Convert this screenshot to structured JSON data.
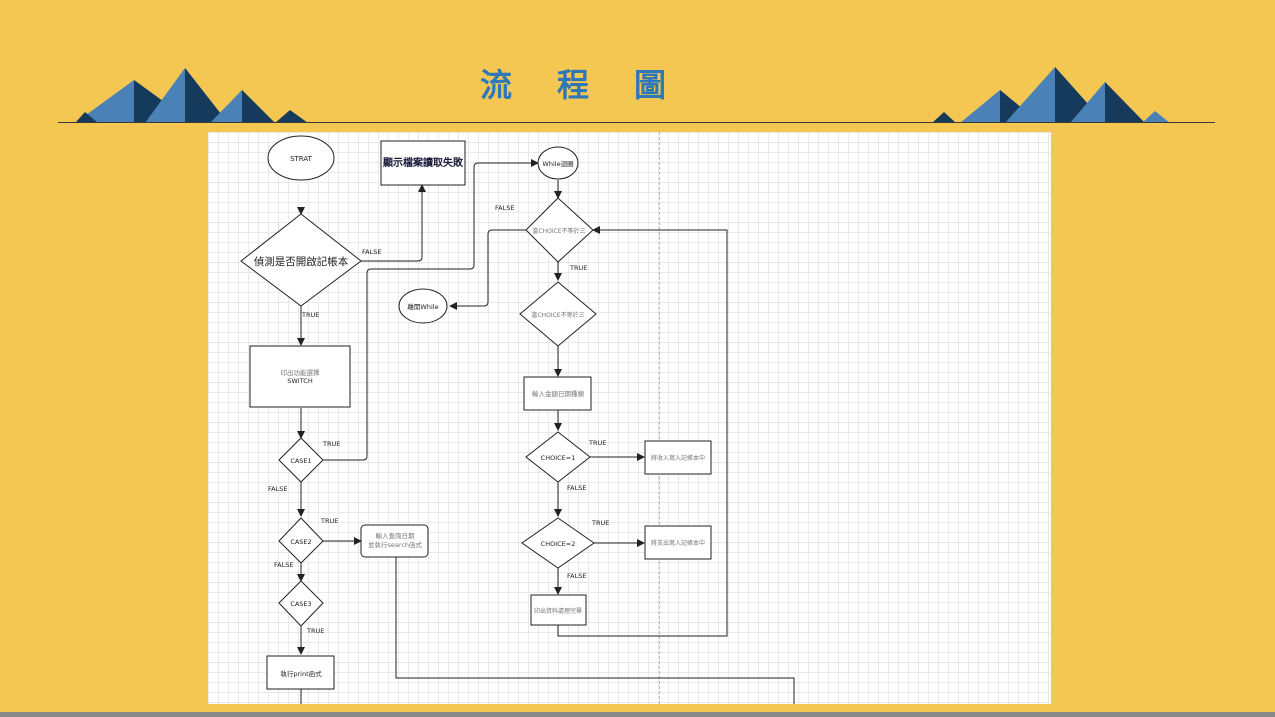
{
  "slide": {
    "title": "流程圖"
  },
  "colors": {
    "background": "#F3C751",
    "title": "#2F78B7",
    "mountain_dark": "#163A5C",
    "mountain_light": "#4A82B8",
    "canvas": "#FFFFFF"
  },
  "flowchart": {
    "nodes": {
      "start": "STRAT",
      "detect": "偵測是否開啟記帳本",
      "fail": "顯示檔案讀取失敗",
      "show_switch_l1": "印出功能選擇",
      "show_switch_l2": "SWITCH",
      "case1": "CASE1",
      "case2": "CASE2",
      "case3": "CASE3",
      "search_l1": "輸入查詢日期",
      "search_l2": "並執行search函式",
      "print": "執行print函式",
      "while_loop": "While迴圈",
      "choice_ne3_a": "當CHOICE不等於三",
      "choice_ne3_b": "當CHOICE不等於三",
      "exit_while": "離開While",
      "input_amount": "輸入金額日期種類",
      "choice1": "CHOICE=1",
      "choice2": "CHOICE=2",
      "income": "將收入寫入記帳本中",
      "expense": "將支出寫入記帳本中",
      "sort": "印出資料處理完畢"
    },
    "labels": {
      "false_detect": "FALSE",
      "true_detect": "TRUE",
      "true_case1": "TRUE",
      "false_case1": "FALSE",
      "true_case2": "TRUE",
      "false_case2": "FALSE",
      "true_case3": "TRUE",
      "false_while": "FALSE",
      "true_while": "TRUE",
      "true_choice1": "TRUE",
      "false_choice1": "FALSE",
      "true_choice2": "TRUE",
      "false_choice2": "FALSE"
    }
  }
}
